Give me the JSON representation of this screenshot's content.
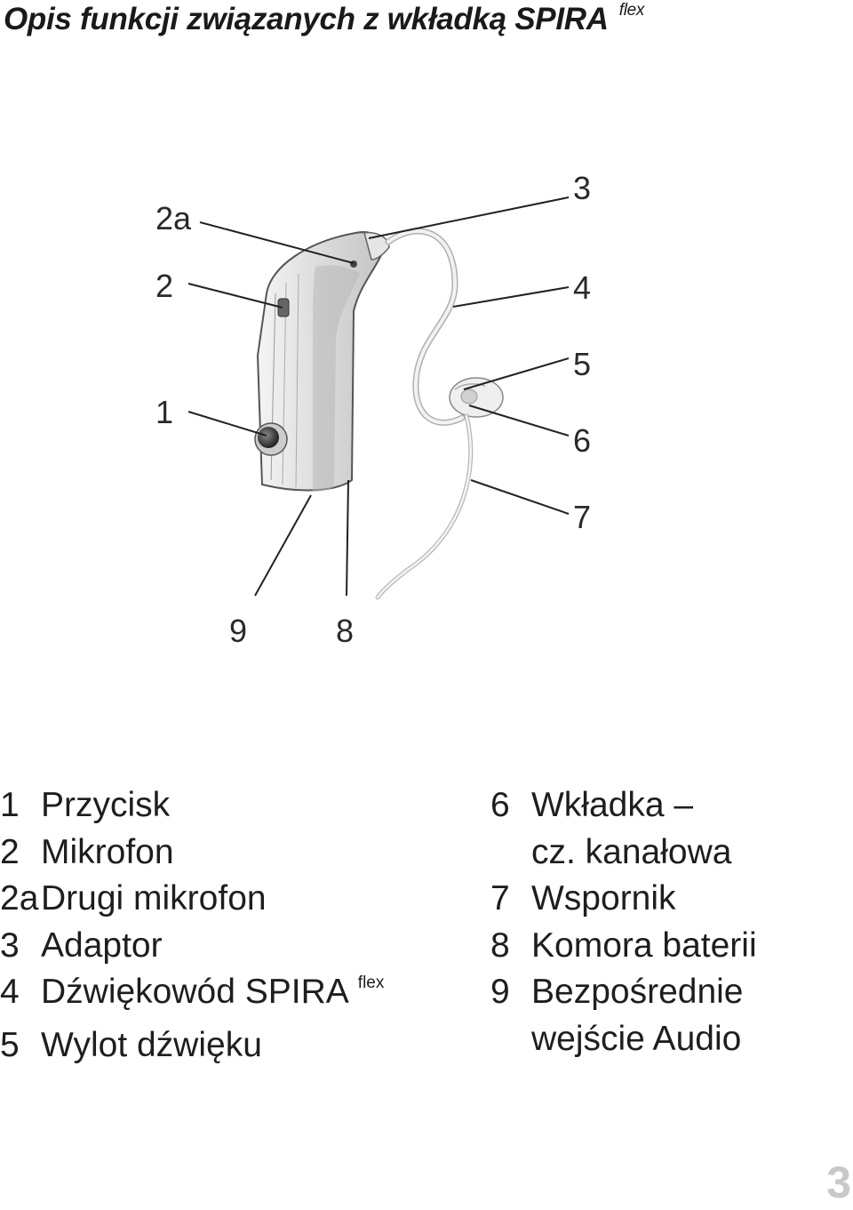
{
  "page": {
    "title": "Opis funkcji związanych z wkładką SPIRA",
    "title_superscript": "flex",
    "page_number": "3"
  },
  "figure": {
    "callouts": {
      "c2a": "2a",
      "c2": "2",
      "c1": "1",
      "c3": "3",
      "c4": "4",
      "c5": "5",
      "c6": "6",
      "c7": "7",
      "c9": "9",
      "c8": "8"
    }
  },
  "legend": {
    "left": [
      {
        "num": "1",
        "text": "Przycisk"
      },
      {
        "num": "2",
        "text": "Mikrofon"
      },
      {
        "num": "2a",
        "text": "Drugi mikrofon"
      },
      {
        "num": "3",
        "text": "Adaptor"
      },
      {
        "num": "4",
        "text": "Dźwiękowód SPIRA",
        "sup": "flex"
      },
      {
        "num": "5",
        "text": "Wylot dźwięku"
      }
    ],
    "right": [
      {
        "num": "6",
        "text": "Wkładka –",
        "cont": "cz. kanałowa"
      },
      {
        "num": "7",
        "text": "Wspornik"
      },
      {
        "num": "8",
        "text": "Komora baterii"
      },
      {
        "num": "9",
        "text": "Bezpośrednie",
        "cont": "wejście Audio"
      }
    ]
  }
}
